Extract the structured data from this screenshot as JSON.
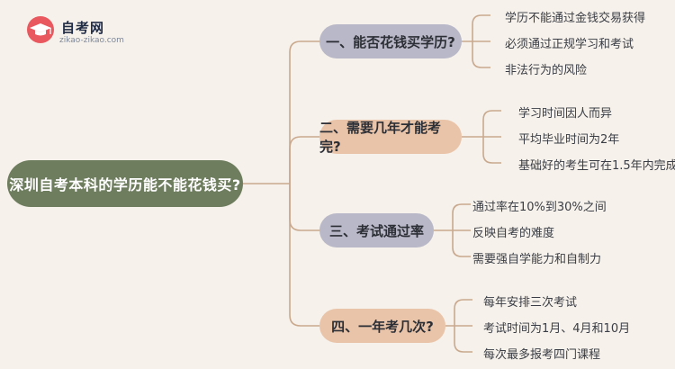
{
  "logo": {
    "name": "自考网",
    "url": "zikao-zikao.com"
  },
  "root": {
    "label": "深圳自考本科的学历能不能花钱买?"
  },
  "branches": [
    {
      "label": "一、能否花钱买学历?",
      "items": [
        "学历不能通过金钱交易获得",
        "必须通过正规学习和考试",
        "非法行为的风险"
      ]
    },
    {
      "label": "二、需要几年才能考完?",
      "items": [
        "学习时间因人而异",
        "平均毕业时间为2年",
        "基础好的考生可在1.5年内完成"
      ]
    },
    {
      "label": "三、考试通过率",
      "items": [
        "通过率在10%到30%之间",
        "反映自考的难度",
        "需要强自学能力和自制力"
      ]
    },
    {
      "label": "四、一年考几次?",
      "items": [
        "每年安排三次考试",
        "考试时间为1月、4月和10月",
        "每次最多报考四门课程"
      ]
    }
  ],
  "colors": {
    "root": "#6f7d5f",
    "branch_gray": "#b9b8c8",
    "branch_peach": "#e9c4a9",
    "line": "#c9a98e",
    "logo_red": "#e9585e"
  }
}
